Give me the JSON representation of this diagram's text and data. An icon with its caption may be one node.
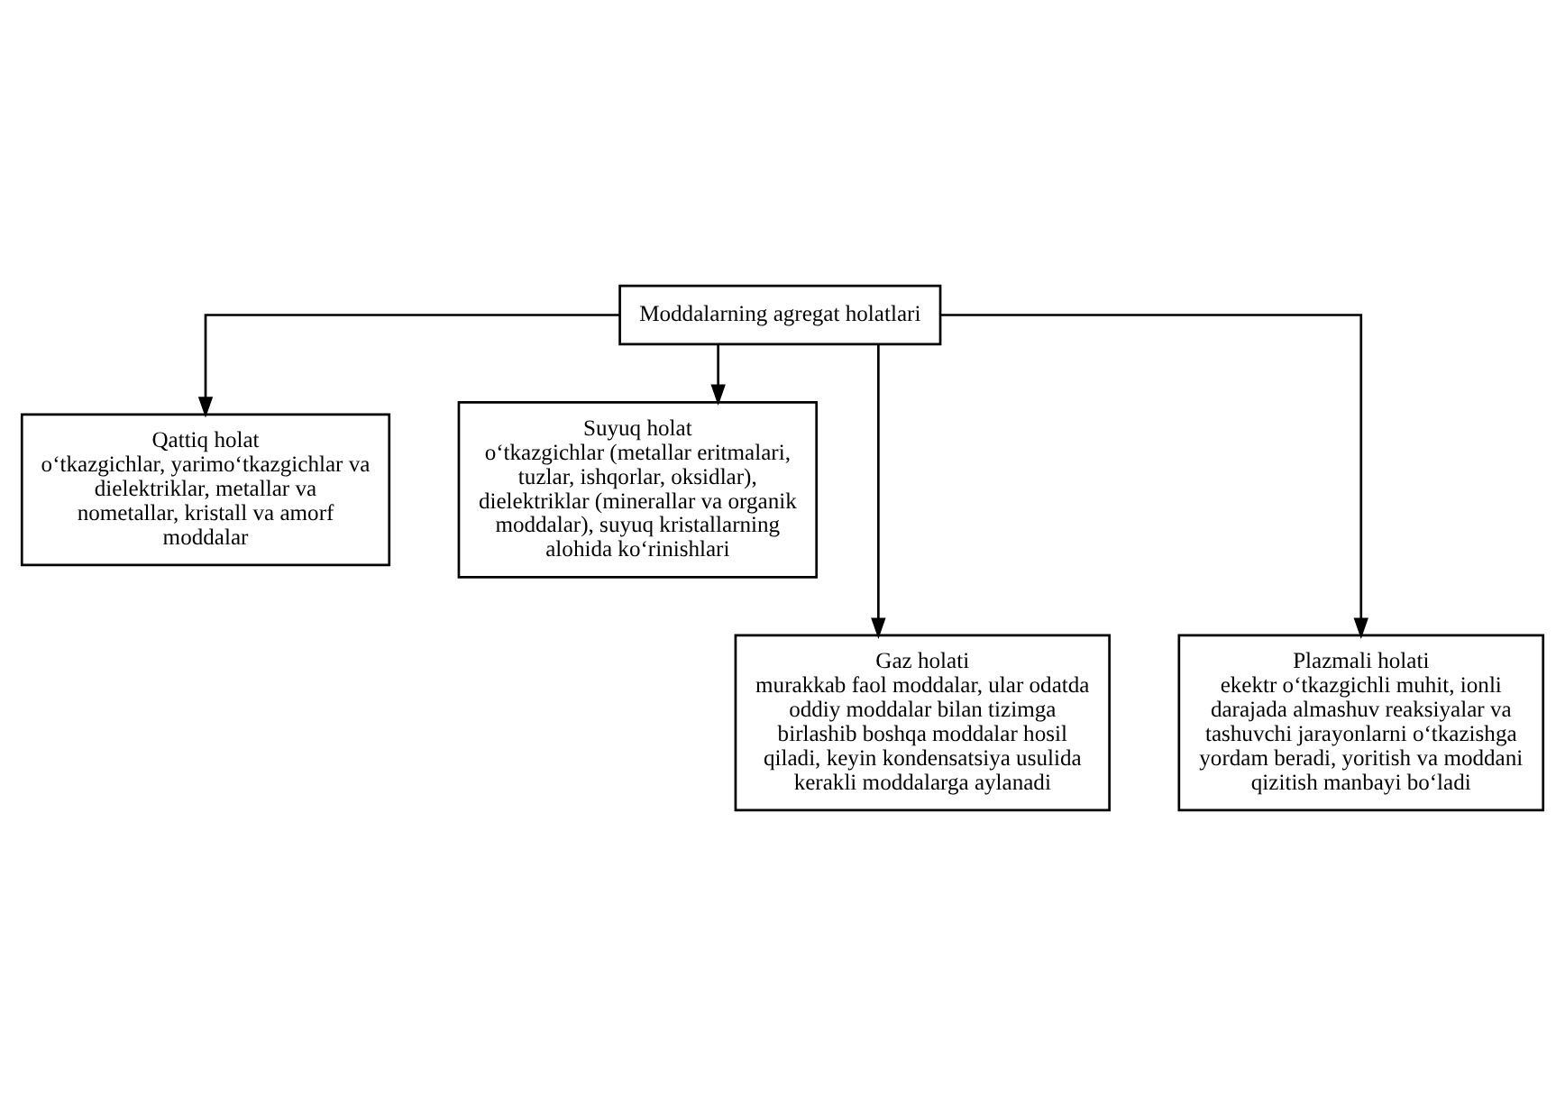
{
  "diagram": {
    "nodes": [
      {
        "text": [
          "Moddalarning agregat holatlari"
        ]
      },
      {
        "text": [
          "Qattiq holat",
          "o‘tkazgichlar, yarimo‘tkazgichlar va dielektriklar, metallar va nometallar, kristall va amorf moddalar"
        ]
      },
      {
        "text": [
          "Suyuq holat",
          "o‘tkazgichlar (metallar eritmalari, tuzlar, ishqorlar, oksidlar), dielektriklar (minerallar va organik moddalar), suyuq kristallarning alohida ko‘rinishlari"
        ]
      },
      {
        "text": [
          "Gaz holati",
          "murakkab faol moddalar, ular odatda oddiy moddalar bilan tizimga birlashib boshqa moddalar hosil qiladi, keyin kondensatsiya usulida kerakli moddalarga aylanadi"
        ]
      },
      {
        "text": [
          "Plazmali holati",
          "ekektr o‘tkazgichli muhit, ionli darajada almashuv reaksiyalar va tashuvchi jarayonlarni o‘tkazishga yordam beradi, yoritish va moddani qizitish manbayi bo‘ladi"
        ]
      }
    ],
    "edges": [
      {
        "from": 0,
        "to": 1,
        "arrow": "to"
      },
      {
        "from": 0,
        "to": 2,
        "arrow": "to"
      },
      {
        "from": 0,
        "to": 3,
        "arrow": "to"
      },
      {
        "from": 0,
        "to": 4,
        "arrow": "to"
      }
    ]
  }
}
